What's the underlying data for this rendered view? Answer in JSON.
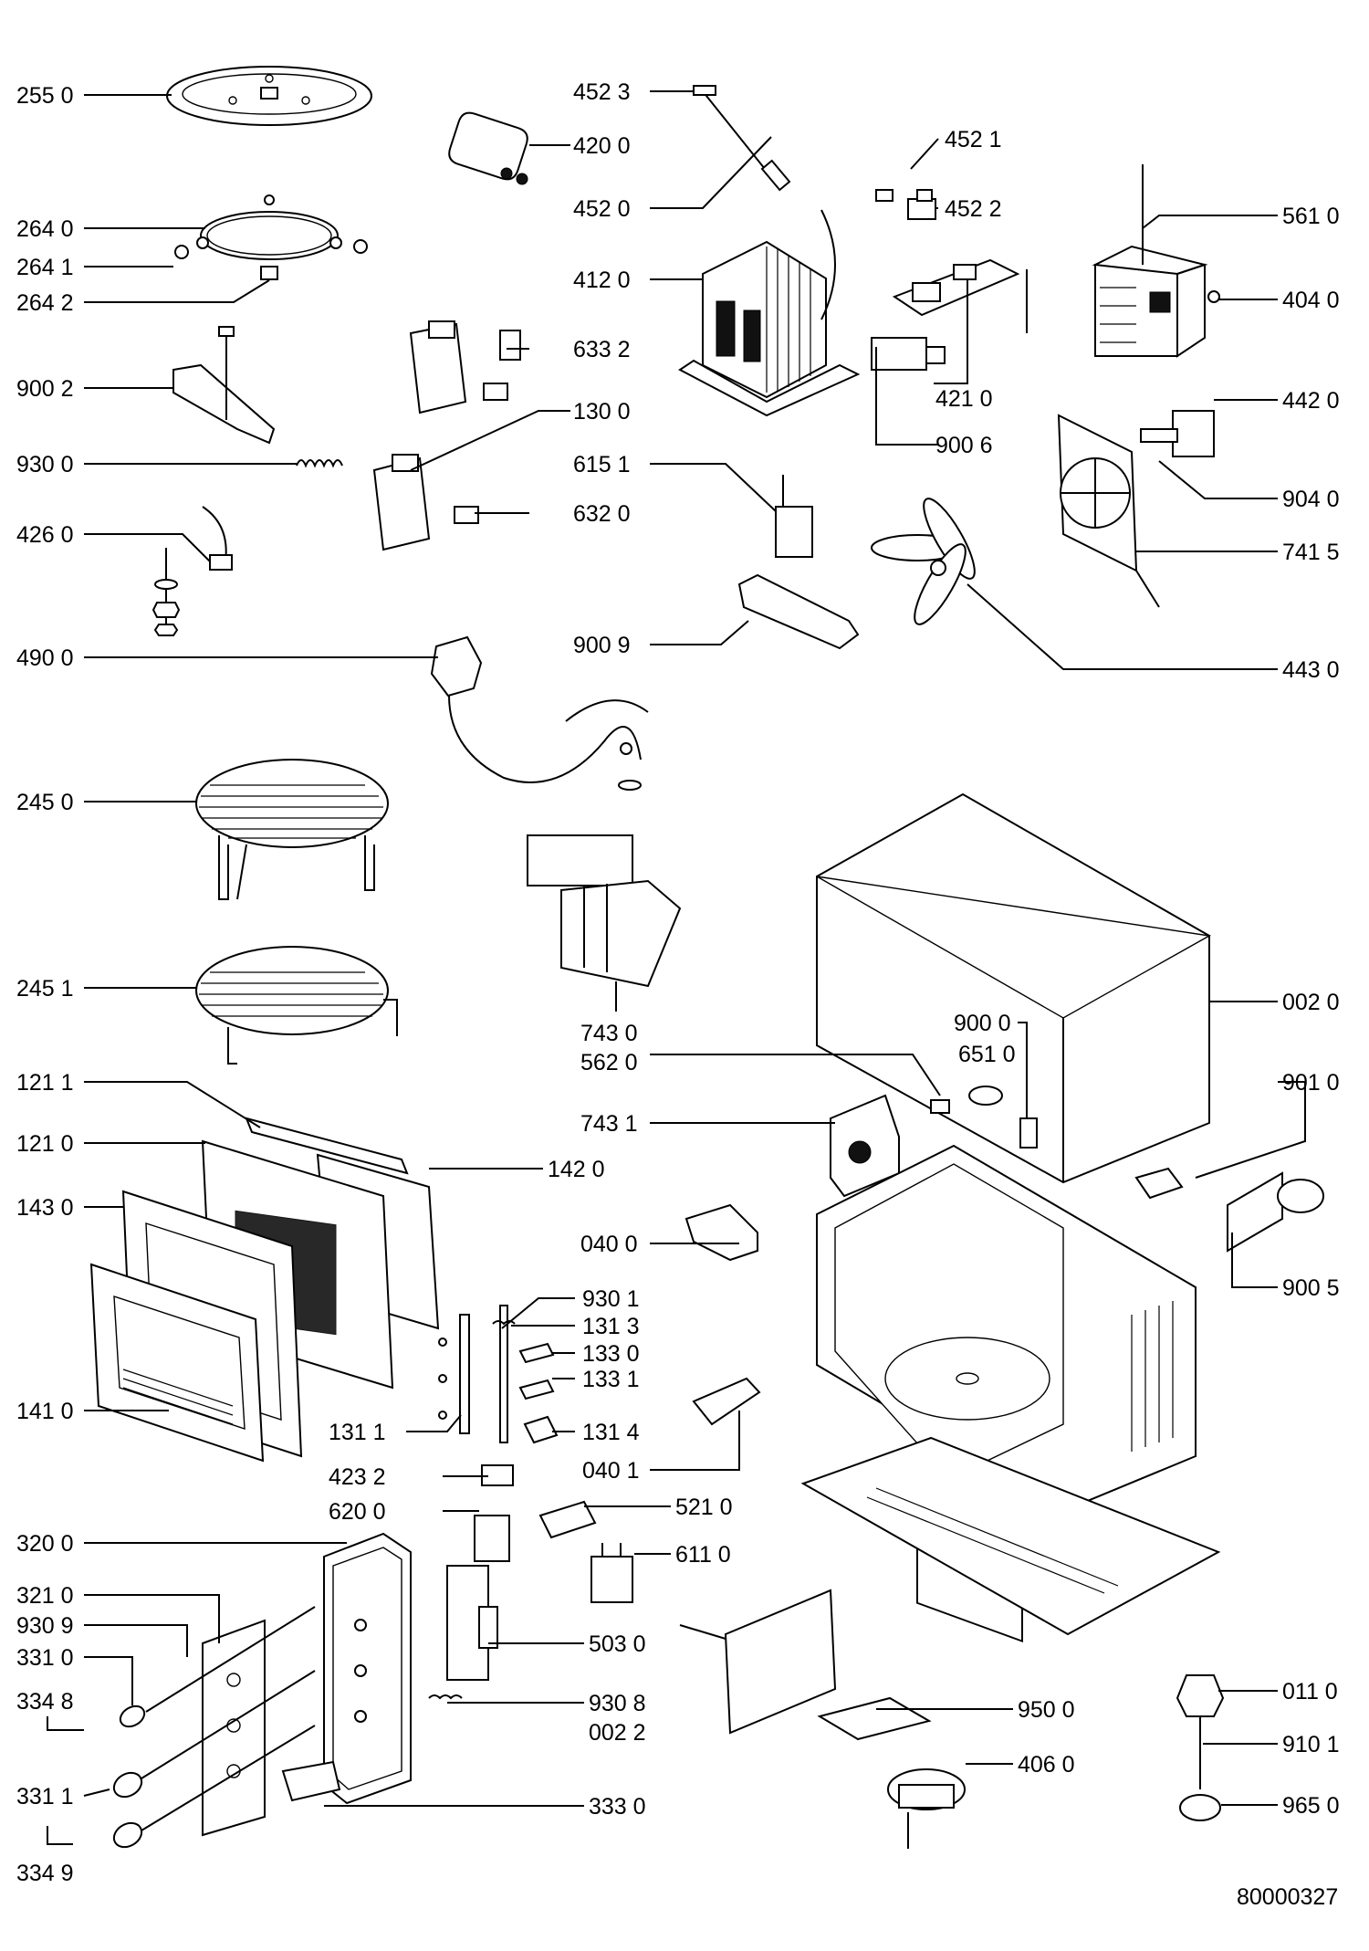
{
  "document_number": "80000327",
  "labels": {
    "p2550": "255 0",
    "p2640": "264 0",
    "p2641": "264 1",
    "p2642": "264 2",
    "p9002": "900 2",
    "p9300": "930 0",
    "p4260": "426 0",
    "p4900": "490 0",
    "p2450": "245 0",
    "p2451": "245 1",
    "p1211": "121 1",
    "p1210": "121 0",
    "p1430": "143 0",
    "p1410": "141 0",
    "p3200": "320 0",
    "p3210": "321 0",
    "p9309": "930 9",
    "p3310": "331 0",
    "p3348": "334 8",
    "p3311": "331 1",
    "p3349": "334 9",
    "p4523": "452 3",
    "p4200": "420 0",
    "p4520": "452 0",
    "p4120": "412 0",
    "p6332": "633 2",
    "p1300": "130 0",
    "p6151": "615 1",
    "p6320": "632 0",
    "p9009": "900 9",
    "p7430": "743 0",
    "p5620": "562 0",
    "p7431": "743 1",
    "p1420": "142 0",
    "p0400": "040 0",
    "p9301": "930 1",
    "p1313": "131 3",
    "p1330": "133 0",
    "p1331": "133 1",
    "p1311": "131 1",
    "p1314": "131 4",
    "p0401": "040 1",
    "p4232": "423 2",
    "p6200": "620 0",
    "p5210": "521 0",
    "p6110": "611 0",
    "p5030": "503 0",
    "p9308": "930 8",
    "p0022": "002 2",
    "p3330": "333 0",
    "p4521": "452 1",
    "p4522": "452 2",
    "p5610": "561 0",
    "p4040": "404 0",
    "p4210": "421 0",
    "p4420": "442 0",
    "p9006": "900 6",
    "p9040": "904 0",
    "p7415": "741 5",
    "p4430": "443 0",
    "p0020": "002 0",
    "p9000": "900 0",
    "p6510": "651 0",
    "p9010": "901 0",
    "p9005": "900 5",
    "p0110": "011 0",
    "p9101": "910 1",
    "p9650": "965 0",
    "p9500": "950 0",
    "p4060": "406 0"
  }
}
